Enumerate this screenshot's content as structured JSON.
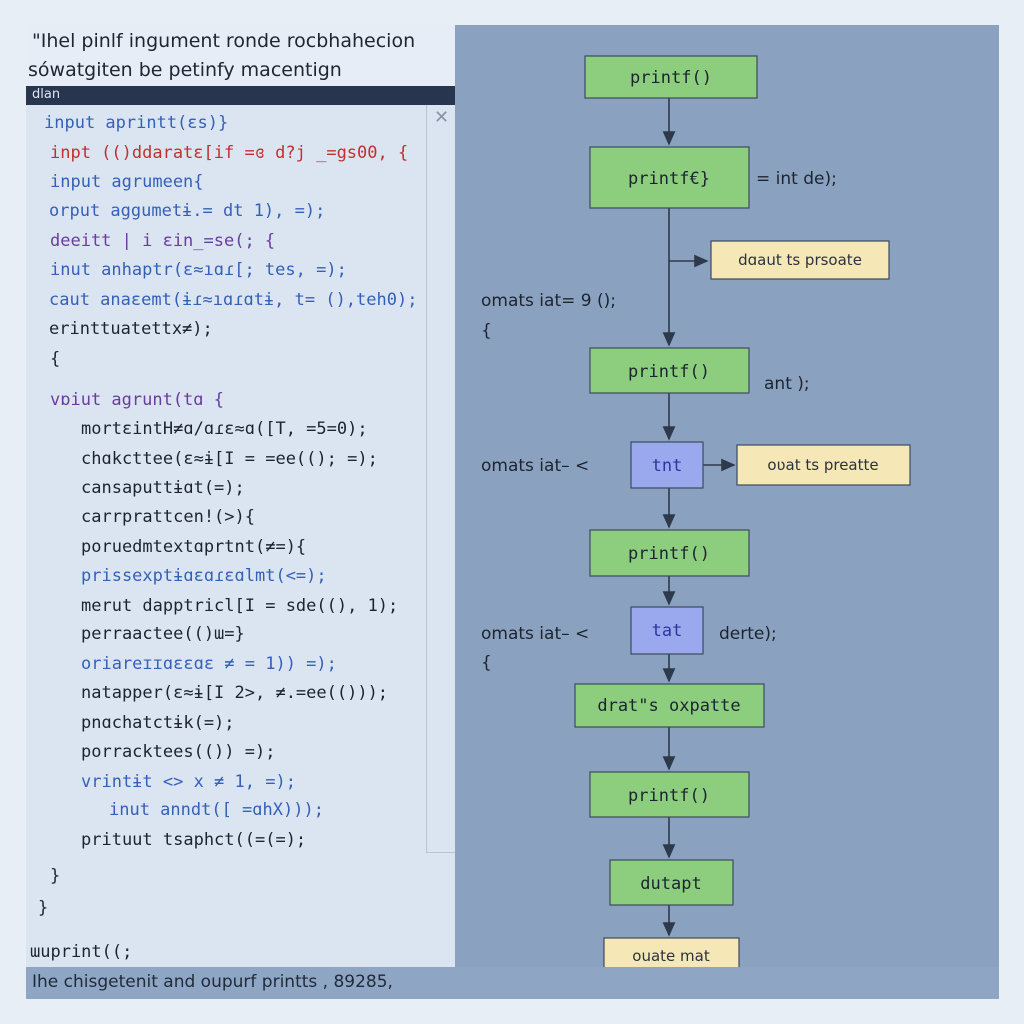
{
  "header": {
    "line1": "\"Ihel pinlf ingument ronde rocbhahecion",
    "line2": "sówatgiten be petinfy macentign"
  },
  "editor": {
    "tab_label": "dlan",
    "close_glyph": "✕",
    "lines": [
      {
        "text": "input aprintt(ɛs)}",
        "color": "blue"
      },
      {
        "text": "inpt (()ddaratɛ[if =ɞ d?j _=gs00, {",
        "color": "red"
      },
      {
        "text": "input agrumeen{",
        "color": "blue"
      },
      {
        "text": "orput aggumetɨ.= dt 1), =);",
        "color": "blue"
      },
      {
        "text": "deeitt | i ɛin_=se(;  {",
        "color": "purple"
      },
      {
        "text": "inut anhaptr(ɛ≈ıɑɾ[; tes, =);",
        "color": "blue"
      },
      {
        "text": "caut anaɛemt(ɨɾ≈ıɑɾɑtɨ, t= (),teh0);",
        "color": "blue"
      },
      {
        "text": "erinttuatettx≠);",
        "color": "dark"
      },
      {
        "text": "{",
        "color": "dark"
      },
      {
        "text": "vɒiut agrunt(tɑ  {",
        "color": "purple"
      },
      {
        "text": "mortɛintH≠ɑ/ɑɾɛ≈ɑ([T, =5=0);",
        "color": "dark"
      },
      {
        "text": "chɑkcttee(ɛ≈ɨ[I = =ee((); =);",
        "color": "dark"
      },
      {
        "text": "cansaputtɨɑt(=);",
        "color": "dark"
      },
      {
        "text": "carrprattcen!(>){",
        "color": "dark"
      },
      {
        "text": "poruedmtextɑprtnt(≠=){",
        "color": "dark"
      },
      {
        "text": "prissexptɨɑɛɑɾɛɑlmt(<=);",
        "color": "blue"
      },
      {
        "text": "merut dapptricl[I = sde((), 1);",
        "color": "dark"
      },
      {
        "text": "perraactee(()ɯ=}",
        "color": "dark"
      },
      {
        "text": "oriareɪɪɑɛɛɑɛ ≠ = 1)) =);",
        "color": "blue"
      },
      {
        "text": "natapper(ɛ≈ɨ[I 2>, ≠.=ee(()));",
        "color": "dark"
      },
      {
        "text": "pnɑchatctɨk(=);",
        "color": "dark"
      },
      {
        "text": "porracktees(()) =);",
        "color": "dark"
      },
      {
        "text": "vrintɨt <> x ≠ 1, =);",
        "color": "blue"
      },
      {
        "text": "inut anndt([ =ɑhX)));",
        "color": "blue"
      },
      {
        "text": "prituut tsaphct((=(=);",
        "color": "dark"
      },
      {
        "text": "}",
        "color": "dark"
      },
      {
        "text": "}",
        "color": "dark"
      },
      {
        "text": "ɯuprint((;",
        "color": "dark"
      }
    ]
  },
  "flow": {
    "nodes": [
      {
        "id": "n1",
        "label": "printf()",
        "kind": "process"
      },
      {
        "id": "n2",
        "label": "printf€}",
        "kind": "process"
      },
      {
        "id": "n3",
        "label": "dɑaut ts prsoate",
        "kind": "note"
      },
      {
        "id": "n4",
        "label": "printf()",
        "kind": "process"
      },
      {
        "id": "n5",
        "label": "tnt",
        "kind": "decision"
      },
      {
        "id": "n6",
        "label": "oʋat ts preatte",
        "kind": "note"
      },
      {
        "id": "n7",
        "label": "printf()",
        "kind": "process"
      },
      {
        "id": "n8",
        "label": "tat",
        "kind": "decision"
      },
      {
        "id": "n9",
        "label": "drat\"s oxpatte",
        "kind": "process"
      },
      {
        "id": "n10",
        "label": "printf()",
        "kind": "process"
      },
      {
        "id": "n11",
        "label": "dutapt",
        "kind": "process"
      },
      {
        "id": "n12",
        "label": "ouate mat",
        "kind": "note"
      }
    ],
    "side_texts": [
      "= int de);",
      "omats iat= 9 ();",
      "{",
      "ant );",
      "omats iat– <",
      "omats iat– <",
      "derte);",
      "{"
    ],
    "colors": {
      "process": "#8ccd7e",
      "note": "#f6e8b6",
      "decision": "#9aa9ee",
      "stroke": "#3c4a5e"
    }
  },
  "footer": {
    "text": "Ihe chisgetenit and oupurf printts , 89285,"
  }
}
